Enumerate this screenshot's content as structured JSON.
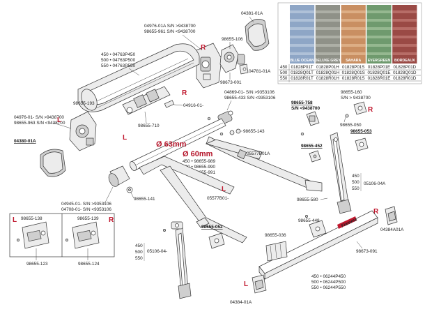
{
  "swatches": [
    {
      "name": "BLUE OCEAN",
      "color": "#8ea6c6",
      "stripe": "#b9c9dd"
    },
    {
      "name": "DELUXE GREY",
      "color": "#8f9188",
      "stripe": "#b7b9b0"
    },
    {
      "name": "SAHARA",
      "color": "#c98f62",
      "stripe": "#e3b891"
    },
    {
      "name": "EVERGREEN",
      "color": "#6f9a6e",
      "stripe": "#a2c19c"
    },
    {
      "name": "BORDEAUX",
      "color": "#9a4a45",
      "stripe": "#c07a73"
    }
  ],
  "cloth_table": {
    "rows": [
      {
        "size": "450",
        "codes": [
          "01828P01T",
          "01828P01H",
          "01828P01S",
          "01828P01E",
          "01828P01D"
        ]
      },
      {
        "size": "500",
        "codes": [
          "01828Q01T",
          "01828Q01H",
          "01828Q01S",
          "01828Q01E",
          "01828Q01D"
        ]
      },
      {
        "size": "550",
        "codes": [
          "01828R01T",
          "01828R01H",
          "01828R01S",
          "01828R01E",
          "01828R01D"
        ]
      }
    ]
  },
  "labels": {
    "l_04381": "04381-01A",
    "l_04976_top": "04976-01A    S/N  >9438700",
    "l_98655_961": "98655-961    S/N  <9438700",
    "l_98655_106": "98655-106",
    "l_04781": "04781-01A",
    "l_98673": "98673-001",
    "l_450_top": "450 • 04763P450",
    "l_500_top": "500 • 04763P500",
    "l_550_top": "550 • 04763P550",
    "l_98655_193": "98655-193",
    "l_04869": "04869-01-    S/N  >9353106",
    "l_98655_433": "98655-433    S/N  <9353106",
    "l_04916": "04916-01-",
    "l_04976_left": "04976-01-    S/N  >9438700",
    "l_98655_963": "98655-963    S/N  <9438700",
    "l_98655_710": "98655-710",
    "l_04380": "04380-01A",
    "l_98655_143": "98655-143",
    "l_phi63": "Ø 63mm",
    "l_phi60": "Ø 60mm",
    "l_450_989": "450 • 98655-989",
    "l_500_990": "500 • 98655-990",
    "l_550_991": "550 • 98655-991",
    "l_05577_top": "05577B01A",
    "l_05577_mid": "05577B01-",
    "l_04945": "04945-01-    S/N  >9353106",
    "l_04708": "04708-01-    S/N  <9353106",
    "l_98655_141": "98655-141",
    "l_98655_758": "98655-758",
    "l_sn_758": "S/N  <9438700",
    "l_98655_160": "98655-160",
    "l_sn_160": "S/N  > 9438700",
    "l_98655_050": "98655-050",
    "l_98655_053": "98655-053",
    "l_98655_452": "98655-452",
    "l_450": "450",
    "l_500": "500",
    "l_550": "550",
    "l_05106_04a": "05106-04A",
    "l_98655_580": "98655-580",
    "l_98655_448": "98655-448",
    "l_98655_036": "98655-036",
    "l_04384a": "04384A01A",
    "l_98673_091": "98673-091",
    "l_98655_138": "98655-138",
    "l_98655_139": "98655-139",
    "l_98655_123": "98655-123",
    "l_98655_124": "98655-124",
    "l_98655_052": "98655-052",
    "l_450b": "450",
    "l_500b": "500",
    "l_550b": "550",
    "l_05106_04": "05106-04-",
    "l_04384": "04384-01A",
    "l_450_bar": "450 • 06244P450",
    "l_500_bar": "500 • 06244P500",
    "l_550_bar": "550 • 06244P550",
    "brand": "Fiamma"
  },
  "sides": {
    "L": "L",
    "R": "R"
  }
}
